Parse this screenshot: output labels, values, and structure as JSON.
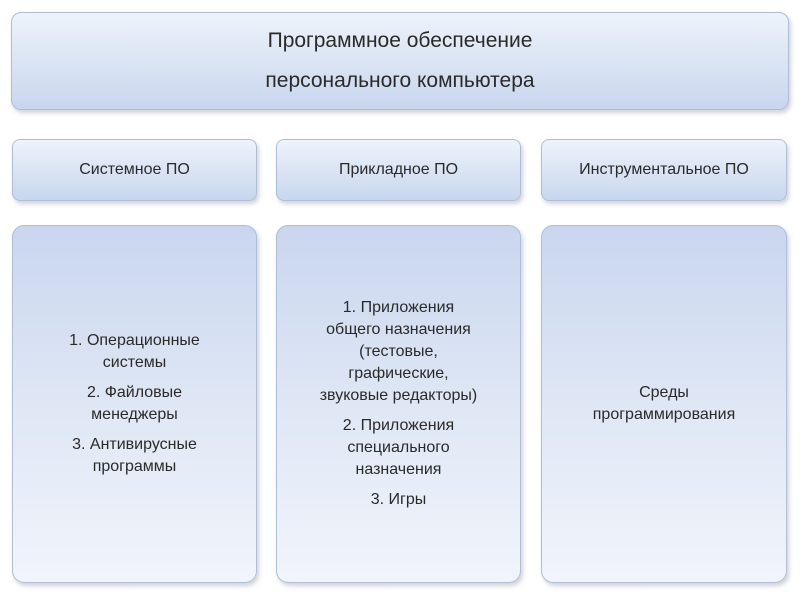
{
  "root": {
    "title_line1": "Программное обеспечение",
    "title_line2": "персонального компьютера"
  },
  "categories": [
    {
      "label": "Системное ПО",
      "items": [
        "1.  Операционные\nсистемы",
        "2. Файловые\nменеджеры",
        "3.  Антивирусные\nпрограммы"
      ]
    },
    {
      "label": "Прикладное ПО",
      "items": [
        "1. Приложения\nобщего назначения\n(тестовые,\nграфические,\nзвуковые редакторы)",
        "2. Приложения\nспециального\nназначения",
        "3. Игры"
      ]
    },
    {
      "label": "Инструментальное ПО",
      "items": [
        "Среды\nпрограммирования"
      ]
    }
  ]
}
